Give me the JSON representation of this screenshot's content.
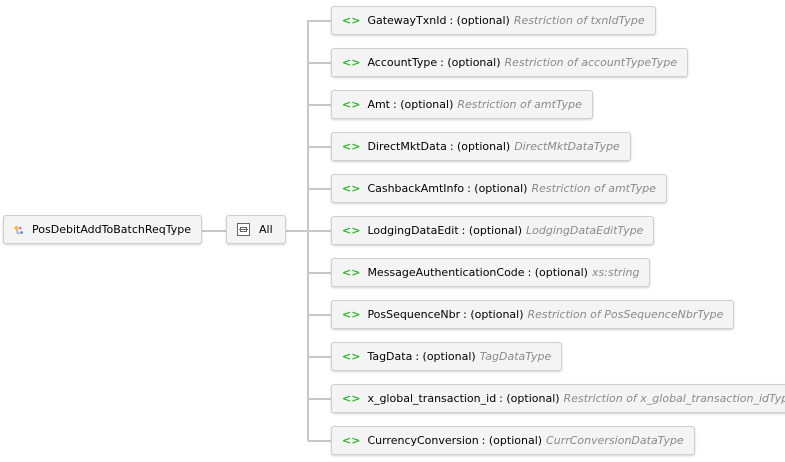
{
  "root": {
    "label": "PosDebitAddToBatchReqType",
    "icon": "complex-type-icon"
  },
  "group": {
    "label": "All",
    "icon": "all-compositor-icon"
  },
  "elements": [
    {
      "name": "GatewayTxnId",
      "occurs": ": (optional)",
      "type": "Restriction of txnIdType"
    },
    {
      "name": "AccountType",
      "occurs": ": (optional)",
      "type": "Restriction of accountTypeType"
    },
    {
      "name": "Amt",
      "occurs": ": (optional)",
      "type": "Restriction of amtType"
    },
    {
      "name": "DirectMktData",
      "occurs": ": (optional)",
      "type": "DirectMktDataType"
    },
    {
      "name": "CashbackAmtInfo",
      "occurs": ": (optional)",
      "type": "Restriction of amtType"
    },
    {
      "name": "LodgingDataEdit",
      "occurs": ": (optional)",
      "type": "LodgingDataEditType"
    },
    {
      "name": "MessageAuthenticationCode",
      "occurs": ": (optional)",
      "type": "xs:string"
    },
    {
      "name": "PosSequenceNbr",
      "occurs": ": (optional)",
      "type": "Restriction of PosSequenceNbrType"
    },
    {
      "name": "TagData",
      "occurs": ": (optional)",
      "type": "TagDataType"
    },
    {
      "name": "x_global_transaction_id",
      "occurs": ": (optional)",
      "type": "Restriction of x_global_transaction_idType"
    },
    {
      "name": "CurrencyConversion",
      "occurs": ": (optional)",
      "type": "CurrConversionDataType"
    }
  ],
  "element_icon": "<>",
  "colors": {
    "element_icon": "#22bb22",
    "type_text": "#8a8a8a"
  }
}
